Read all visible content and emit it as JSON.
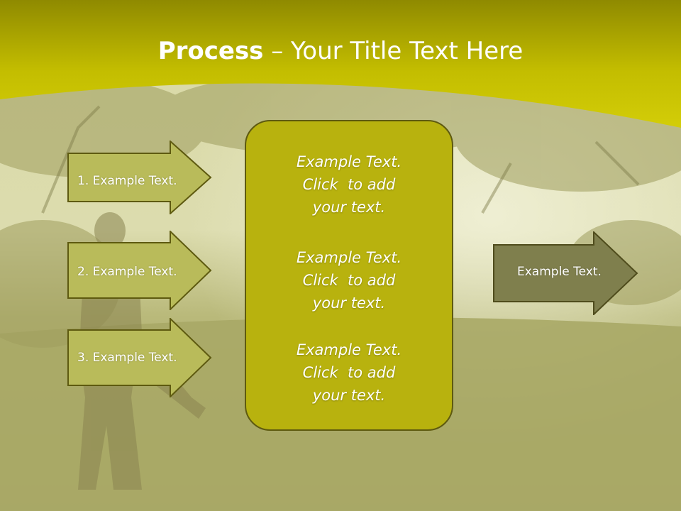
{
  "slide": {
    "title_bold": "Process",
    "title_rest": " – Your Title Text Here",
    "colors": {
      "header": "#c9c300",
      "center_box": "#b8b20e",
      "arrow_fill": "#b9bb5a",
      "right_arrow_fill": "#7f7f4d",
      "outline": "#5e5a10"
    }
  },
  "left_arrows": [
    {
      "label": "1. Example Text."
    },
    {
      "label": "2. Example Text."
    },
    {
      "label": "3. Example Text."
    }
  ],
  "center_box": {
    "blocks": [
      {
        "line1": "Example Text.",
        "line2": "Click  to add",
        "line3": "your text."
      },
      {
        "line1": "Example Text.",
        "line2": "Click  to add",
        "line3": "your text."
      },
      {
        "line1": "Example Text.",
        "line2": "Click  to add",
        "line3": "your text."
      }
    ]
  },
  "right_arrow": {
    "label": "Example Text."
  }
}
